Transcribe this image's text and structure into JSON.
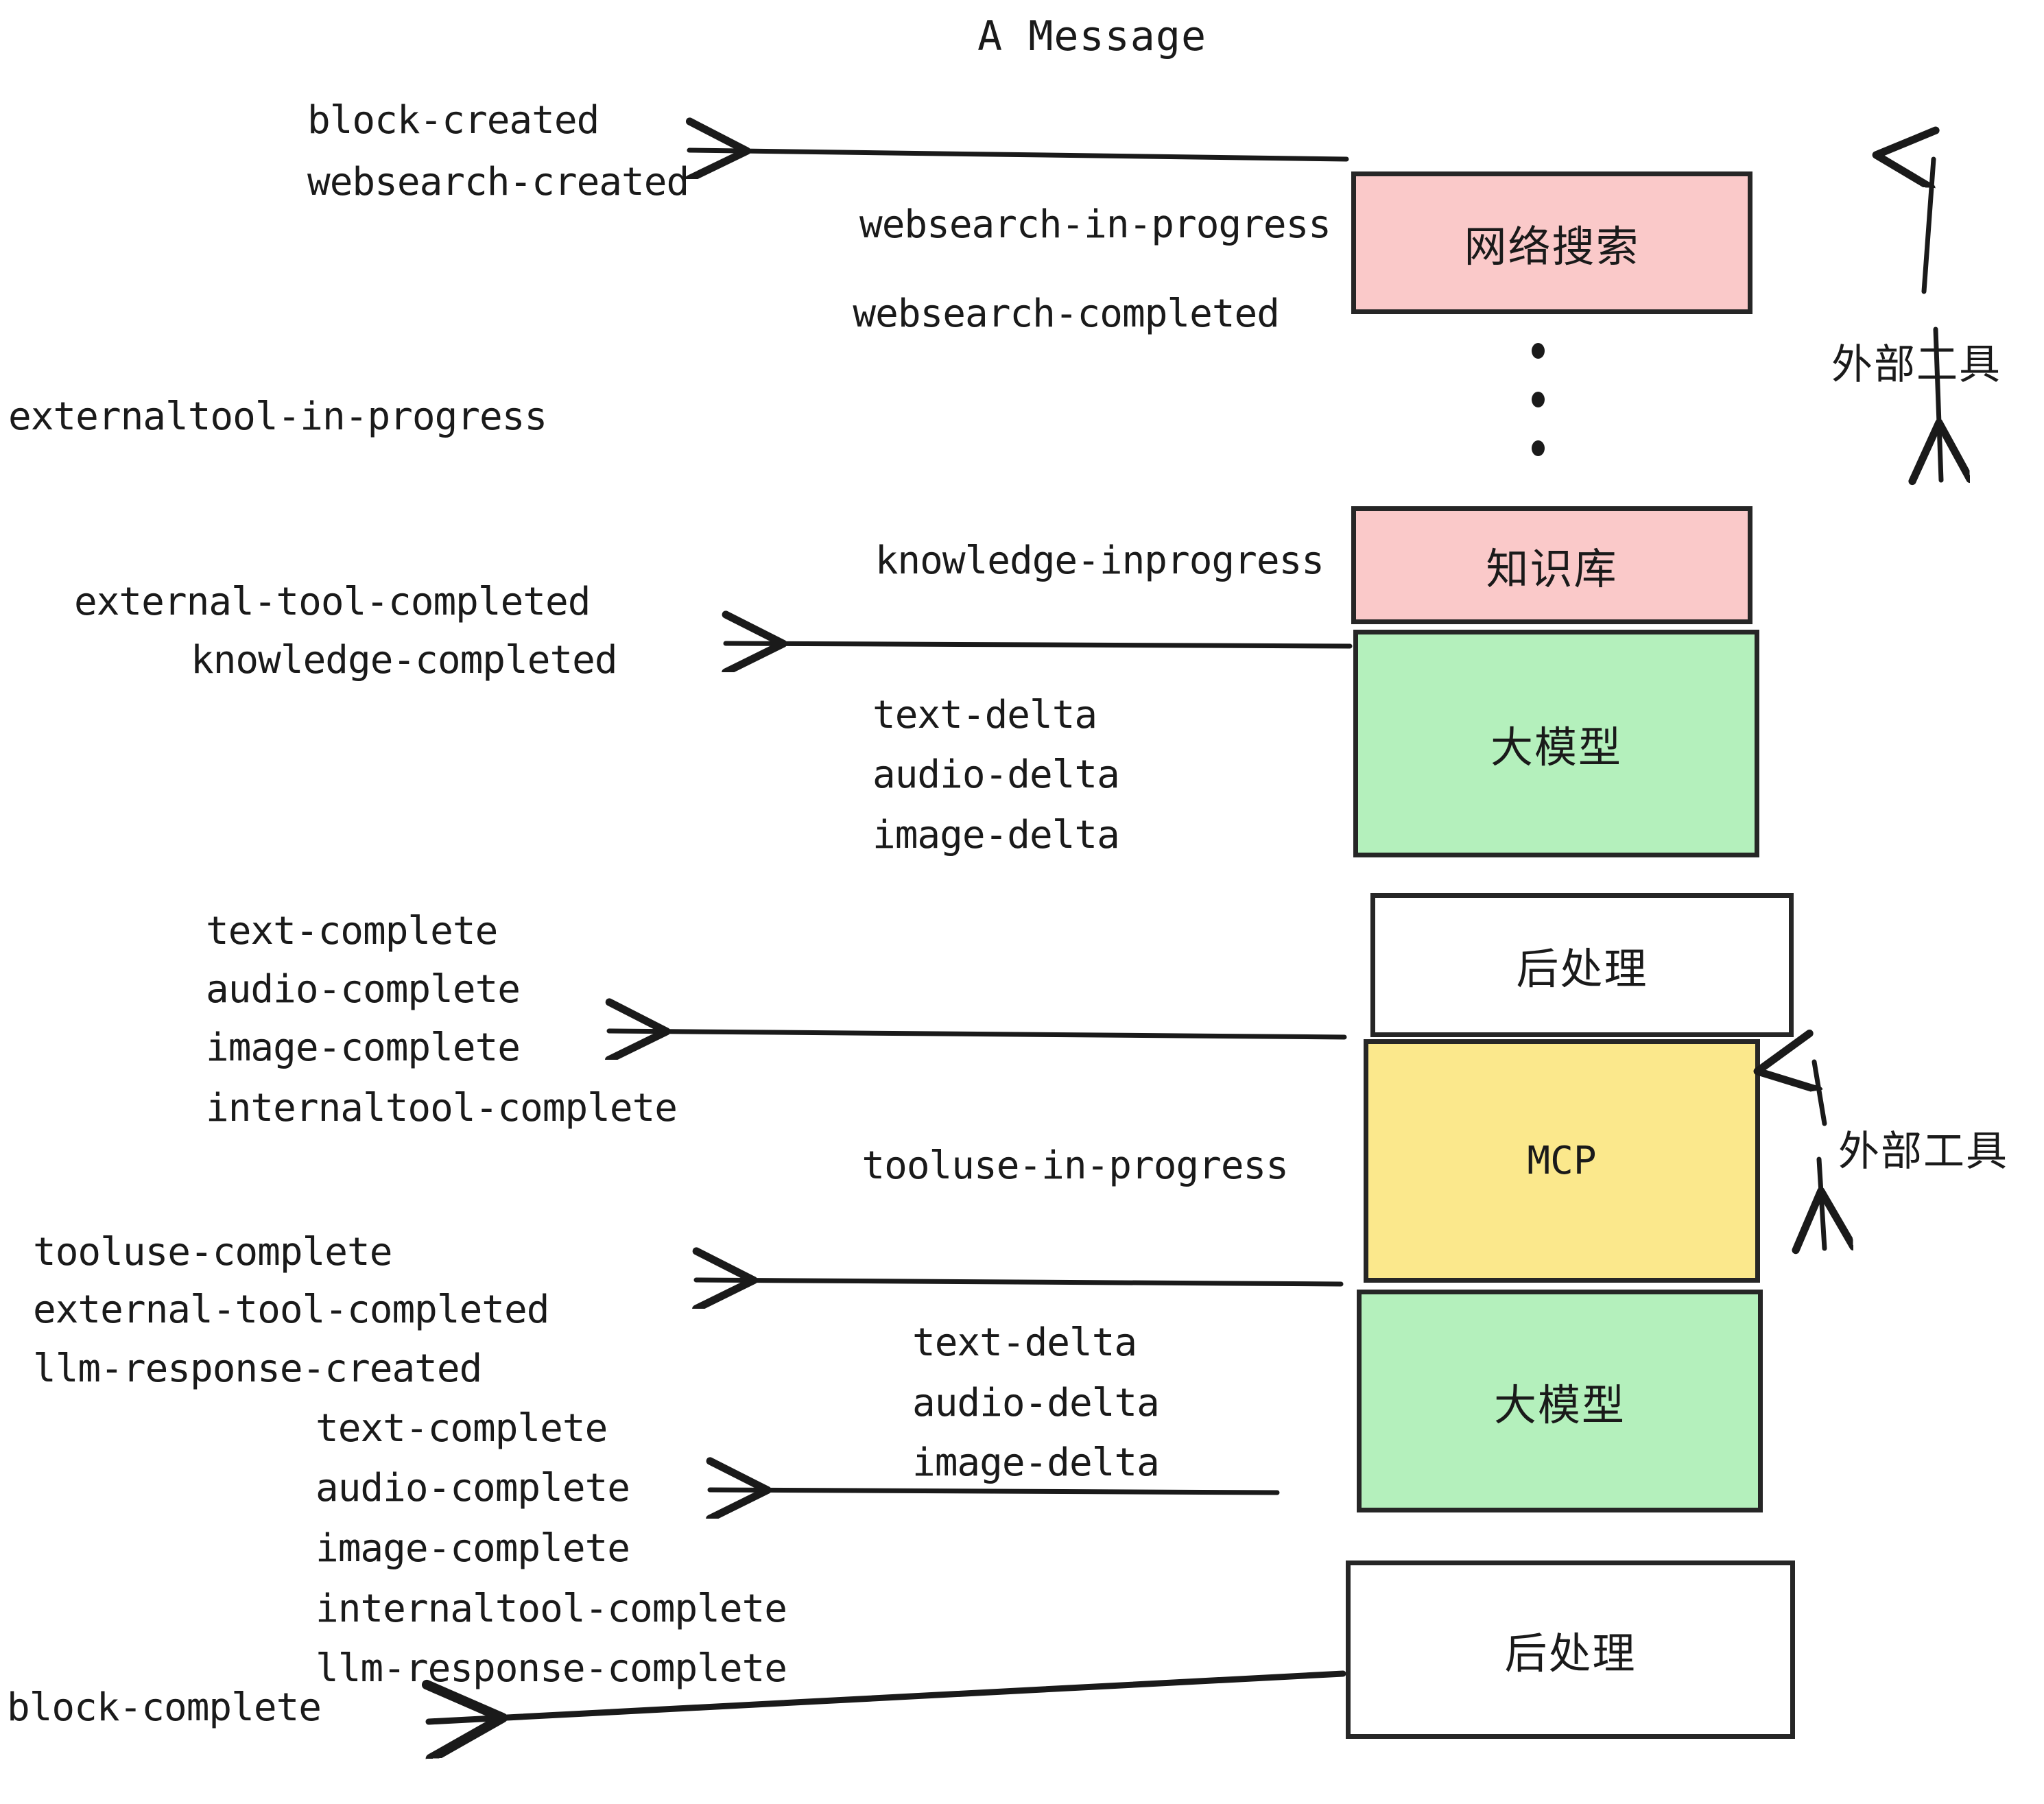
{
  "diagram": {
    "title": "A Message",
    "events_left": [
      {
        "id": "block-created",
        "text": "block-created"
      },
      {
        "id": "websearch-created",
        "text": "websearch-created"
      },
      {
        "id": "websearch-in-progress",
        "text": "websearch-in-progress"
      },
      {
        "id": "websearch-completed",
        "text": "websearch-completed"
      },
      {
        "id": "externaltool-in-progress",
        "text": "externaltool-in-progress"
      },
      {
        "id": "knowledge-inprogress",
        "text": "knowledge-inprogress"
      },
      {
        "id": "external-tool-completed-1",
        "text": "external-tool-completed"
      },
      {
        "id": "knowledge-completed",
        "text": "knowledge-completed"
      },
      {
        "id": "text-delta-1",
        "text": "text-delta"
      },
      {
        "id": "audio-delta-1",
        "text": "audio-delta"
      },
      {
        "id": "image-delta-1",
        "text": "image-delta"
      },
      {
        "id": "text-complete-1",
        "text": "text-complete"
      },
      {
        "id": "audio-complete-1",
        "text": "audio-complete"
      },
      {
        "id": "image-complete-1",
        "text": "image-complete"
      },
      {
        "id": "internaltool-complete-1",
        "text": "internaltool-complete"
      },
      {
        "id": "tooluse-in-progress",
        "text": "tooluse-in-progress"
      },
      {
        "id": "tooluse-complete",
        "text": "tooluse-complete"
      },
      {
        "id": "external-tool-completed-2",
        "text": "external-tool-completed"
      },
      {
        "id": "llm-response-created",
        "text": "llm-response-created"
      },
      {
        "id": "text-delta-2",
        "text": "text-delta"
      },
      {
        "id": "audio-delta-2",
        "text": "audio-delta"
      },
      {
        "id": "image-delta-2",
        "text": "image-delta"
      },
      {
        "id": "text-complete-2",
        "text": "text-complete"
      },
      {
        "id": "audio-complete-2",
        "text": "audio-complete"
      },
      {
        "id": "image-complete-2",
        "text": "image-complete"
      },
      {
        "id": "internaltool-complete-2",
        "text": "internaltool-complete"
      },
      {
        "id": "llm-response-complete",
        "text": "llm-response-complete"
      },
      {
        "id": "block-complete",
        "text": "block-complete"
      }
    ],
    "nodes": [
      {
        "id": "websearch",
        "label": "网络搜索",
        "color": "#FAC9C9"
      },
      {
        "id": "knowledge",
        "label": "知识库",
        "color": "#FAC9C9"
      },
      {
        "id": "llm-1",
        "label": "大模型",
        "color": "#B4F0BC"
      },
      {
        "id": "postproc-1",
        "label": "后处理",
        "color": "#FFFFFF"
      },
      {
        "id": "mcp",
        "label": "MCP",
        "color": "#FBE88C"
      },
      {
        "id": "llm-2",
        "label": "大模型",
        "color": "#B4F0BC"
      },
      {
        "id": "postproc-2",
        "label": "后处理",
        "color": "#FFFFFF"
      }
    ],
    "side_labels": [
      {
        "id": "external-tools-top",
        "text": "外部工具"
      },
      {
        "id": "external-tools-bottom",
        "text": "外部工具"
      }
    ],
    "ellipsis": "⋮",
    "stroke_color": "#262626"
  }
}
